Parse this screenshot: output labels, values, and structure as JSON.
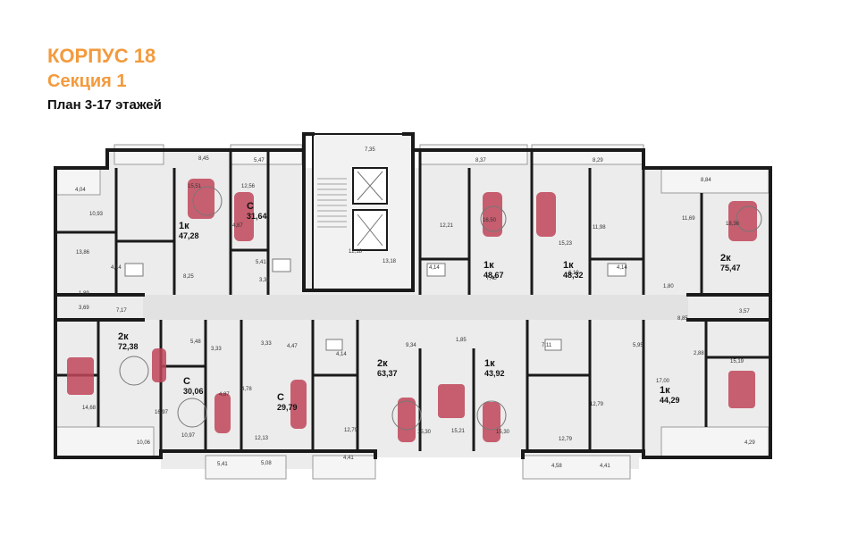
{
  "header": {
    "building": "КОРПУС 18",
    "section": "Секция 1",
    "floors": "План 3-17 этажей"
  },
  "colors": {
    "accent": "#F39A3D",
    "wall": "#1a1a1a",
    "floor": "#ececec",
    "furniture": "#c0465a"
  },
  "apartments": [
    {
      "type": "1к",
      "area": "47,28"
    },
    {
      "type": "С",
      "area": "31,64"
    },
    {
      "type": "1к",
      "area": "48,67"
    },
    {
      "type": "1к",
      "area": "48,32"
    },
    {
      "type": "2к",
      "area": "75,47"
    },
    {
      "type": "2к",
      "area": "72,38"
    },
    {
      "type": "С",
      "area": "30,06"
    },
    {
      "type": "С",
      "area": "29,79"
    },
    {
      "type": "2к",
      "area": "63,37"
    },
    {
      "type": "1к",
      "area": "43,92"
    },
    {
      "type": "1к",
      "area": "44,29"
    }
  ],
  "room_labels": [
    "8,45",
    "5,47",
    "15,51",
    "12,56",
    "4,04",
    "10,93",
    "4,87",
    "13,86",
    "4,14",
    "8,25",
    "5,41",
    "3,33",
    "1,89",
    "3,69",
    "7,17",
    "7,35",
    "12,18",
    "13,18",
    "8,37",
    "8,29",
    "8,84",
    "12,21",
    "16,50",
    "15,23",
    "11,98",
    "11,69",
    "18,36",
    "4,14",
    "7,45",
    "6,19",
    "4,14",
    "1,80",
    "3,57",
    "8,85",
    "5,48",
    "3,33",
    "3,33",
    "4,47",
    "9,34",
    "1,85",
    "7,11",
    "5,95",
    "2,88",
    "15,19",
    "4,87",
    "4,78",
    "4,14",
    "14,68",
    "16,97",
    "10,06",
    "10,97",
    "12,13",
    "12,79",
    "15,30",
    "15,21",
    "15,30",
    "12,79",
    "17,00",
    "12,79",
    "4,29",
    "5,41",
    "5,08",
    "4,41",
    "4,58",
    "4,41"
  ]
}
